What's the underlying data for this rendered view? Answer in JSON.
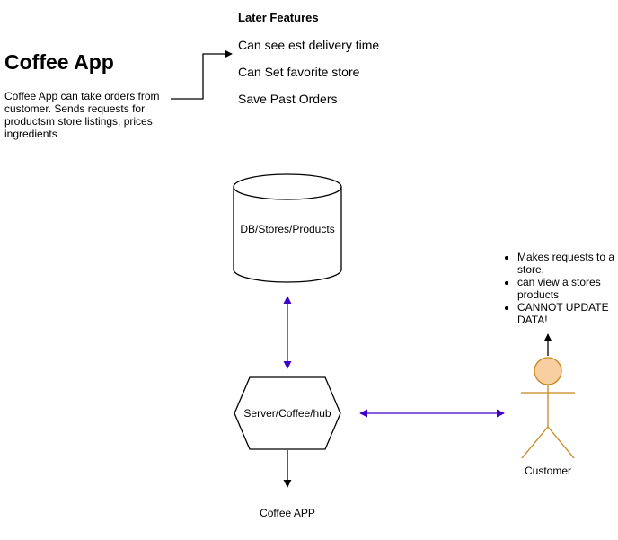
{
  "title": "Coffee App",
  "description": "Coffee App can take orders from customer. Sends requests for productsm store listings, prices, ingredients",
  "later_features": {
    "heading": "Later Features",
    "items": [
      "Can see est delivery time",
      "Can Set favorite store",
      "Save Past Orders"
    ]
  },
  "nodes": {
    "database": "DB/Stores/Products",
    "server": "Server/Coffee/hub",
    "customer": "Customer",
    "app": "Coffee APP"
  },
  "customer_notes": [
    "Makes requests to a store.",
    "can view a stores products",
    "CANNOT UPDATE DATA!"
  ],
  "colors": {
    "connector": "#3f00c8",
    "stroke": "#000000",
    "actor_fill": "#f7cfa0",
    "actor_stroke": "#c8861f"
  }
}
